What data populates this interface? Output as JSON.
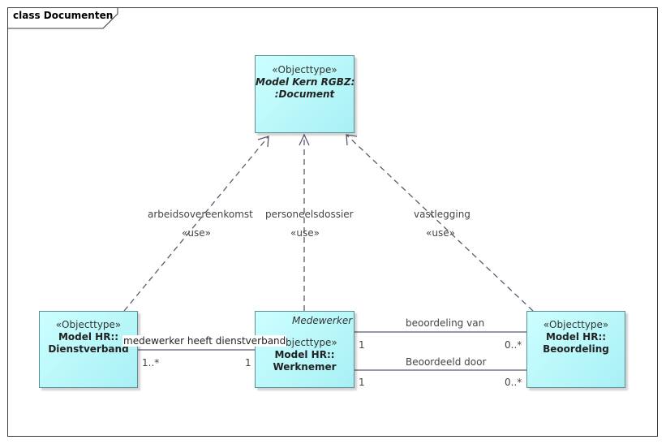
{
  "frame": {
    "title": "class Documenten"
  },
  "classes": {
    "document": {
      "stereotype": "«Objecttype»",
      "name_line1": "Model Kern RGBZ:",
      "name_line2": ":Document"
    },
    "dienstverband": {
      "stereotype": "«Objecttype»",
      "name_line1": "Model HR::",
      "name_line2": "Dienstverband"
    },
    "werknemer": {
      "stereotype": "«Objecttype»",
      "name_line1": "Model HR::",
      "name_line2": "Werknemer",
      "role": "Medewerker"
    },
    "beoordeling": {
      "stereotype": "«Objecttype»",
      "name_line1": "Model HR::",
      "name_line2": "Beoordeling"
    }
  },
  "dependencies": [
    {
      "name": "arbeidsovereenkomst",
      "stereotype": "«use»"
    },
    {
      "name": "personeelsdossier",
      "stereotype": "«use»"
    },
    {
      "name": "vastlegging",
      "stereotype": "«use»"
    }
  ],
  "associations": {
    "dienstverband": {
      "name": "medewerker heeft dienstverband",
      "source_mult": "1..*",
      "target_mult": "1"
    },
    "beoordeling_van": {
      "name": "beoordeling van",
      "source_mult": "1",
      "target_mult": "0..*"
    },
    "beoordeeld_door": {
      "name": "Beoordeeld door",
      "source_mult": "1",
      "target_mult": "0..*"
    }
  },
  "colors": {
    "class_fill": "#b8f4f8",
    "class_border": "#5a8f96",
    "line": "#5a5a6e"
  }
}
